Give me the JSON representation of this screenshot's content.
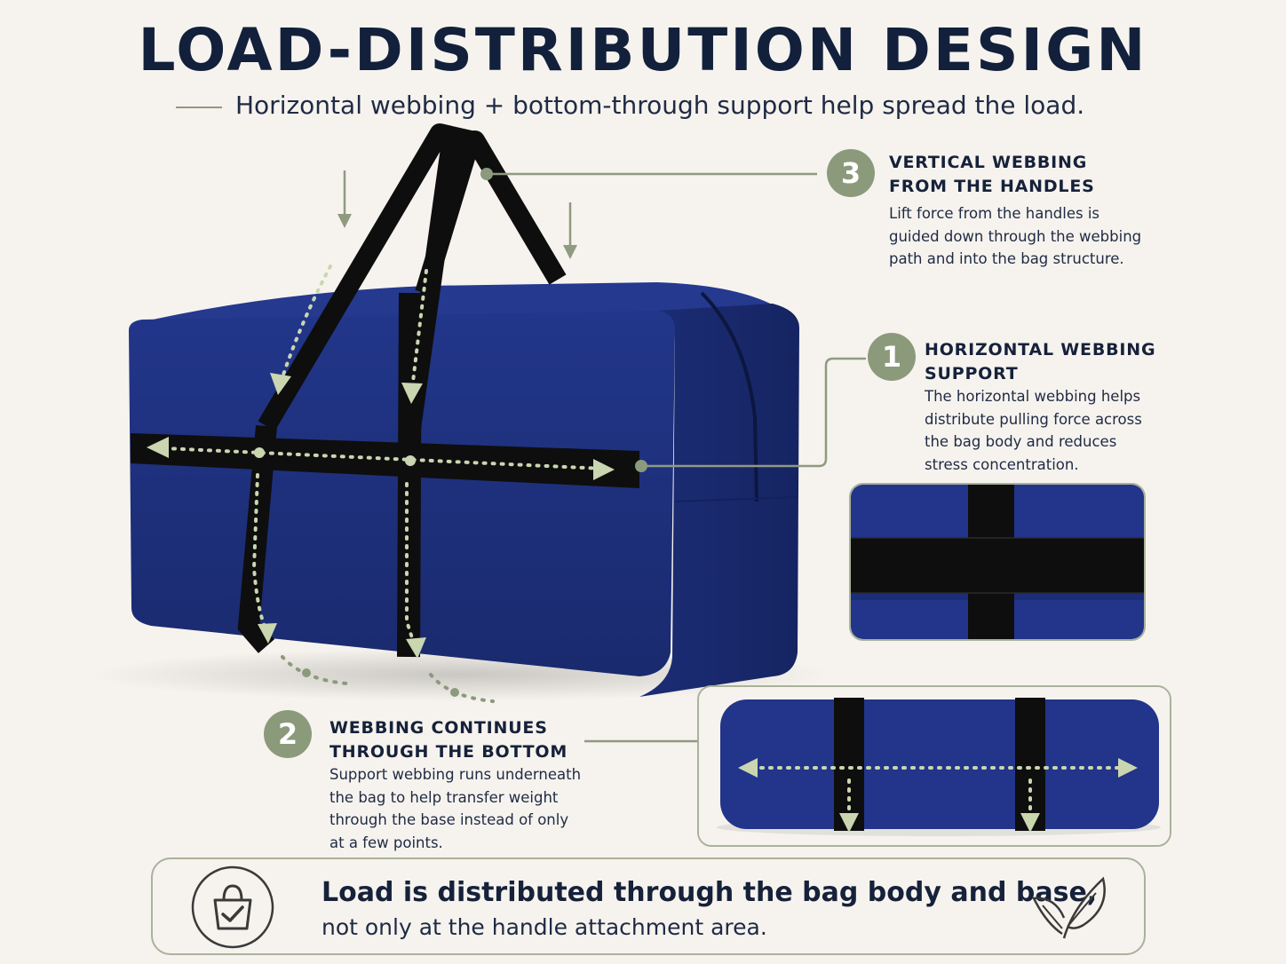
{
  "title": "LOAD-DISTRIBUTION DESIGN",
  "subtitle": "Horizontal webbing + bottom-through support help spread the load.",
  "callouts": [
    {
      "number": "3",
      "heading_lines": [
        "VERTICAL WEBBING",
        "FROM THE HANDLES"
      ],
      "desc_lines": [
        "Lift force from the handles is",
        "guided down through the webbing",
        "path and into the bag structure."
      ]
    },
    {
      "number": "1",
      "heading_lines": [
        "HORIZONTAL WEBBING",
        "SUPPORT"
      ],
      "desc_lines": [
        "The horizontal webbing helps",
        "distribute pulling force across",
        "the bag body and reduces",
        "stress concentration."
      ]
    },
    {
      "number": "2",
      "heading_lines": [
        "WEBBING CONTINUES",
        "THROUGH THE BOTTOM"
      ],
      "desc_lines": [
        "Support webbing runs underneath",
        "the bag to help transfer weight",
        "through the base instead of only",
        "at a few points."
      ]
    }
  ],
  "footer": {
    "main": "Load is distributed through the bag body and base,",
    "sub": "not only at the handle attachment area."
  },
  "colors": {
    "background": "#f6f3ee",
    "bag_navy": "#1e2f7a",
    "webbing": "#111111",
    "accent_sage": "#8c9a7c",
    "arrow_dots": "#c9d6b0",
    "text_dark": "#16213a"
  },
  "icons": {
    "footer_left": "shopping-bag-check-icon",
    "footer_right": "leaf-icon"
  }
}
